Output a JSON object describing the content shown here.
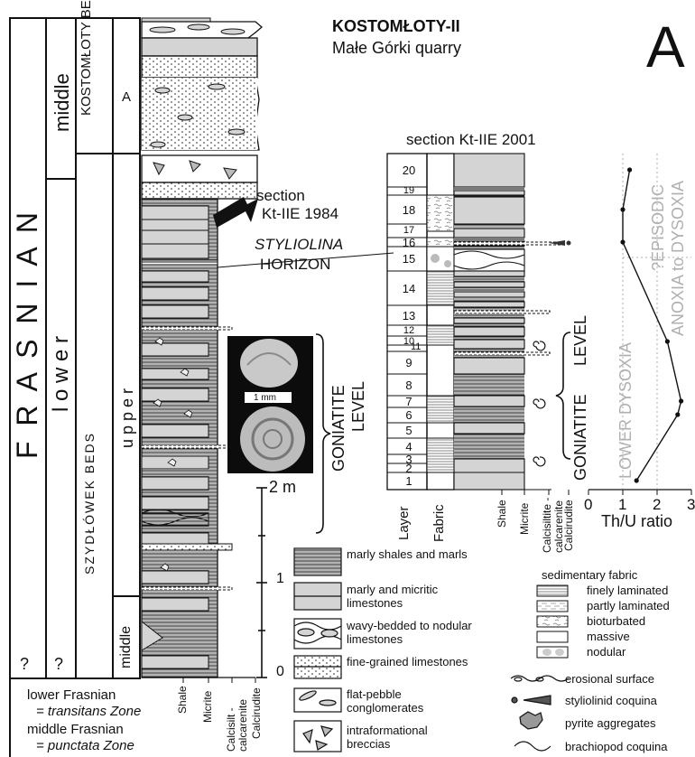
{
  "header": {
    "title": "KOSTOMŁOTY-II",
    "subtitle": "Małe Górki quarry",
    "panel_letter": "A"
  },
  "stratigraphy": {
    "stage": "F R A S N I A N",
    "substage_middle": "middle",
    "substage_lower": "l o w e r",
    "unknown_mark": "?",
    "kostomloty_beds": "KOSTOMŁOTY BEDS",
    "unit_a": "A",
    "szydlowek_beds": "SZYDŁÓWEK BEDS",
    "szydlowek_upper": "u p p e r",
    "szydlowek_middle": "middle"
  },
  "main_column": {
    "section_label_line1": "section",
    "section_label_line2": "Kt-IIE 1984",
    "styliolina_line1": "STYLIOLINA",
    "styliolina_line2": "HORIZON",
    "goniatite_line1": "GONIATITE",
    "goniatite_line2": "LEVEL",
    "photo_scale": "1 mm",
    "scale_bar": {
      "top_label": "2 m",
      "mid_label": "1",
      "bottom_label": "0"
    },
    "fabric_axis": [
      "Shale",
      "Micrite",
      "Calcisilt -calcarenite",
      "Calcirudite"
    ]
  },
  "detail_section": {
    "title": "section Kt-IIE 2001",
    "layers": [
      "20",
      "19",
      "18",
      "17",
      "16",
      "15",
      "14",
      "13",
      "12",
      "11",
      "10",
      "9",
      "8",
      "7",
      "6",
      "5",
      "4",
      "3",
      "2",
      "1"
    ],
    "column_labels": {
      "layer": "Layer",
      "fabric": "Fabric",
      "shale": "Shale",
      "micrite": "Micrite",
      "calcisiltite": "Calcisiltite -calcarenite",
      "calcirudite": "Calcirudite"
    },
    "goniatite_line1": "GONIATITE",
    "goniatite_line2": "LEVEL"
  },
  "chart_data": {
    "type": "line",
    "xlabel": "Th/U ratio",
    "xticks": [
      0,
      1,
      2,
      3
    ],
    "xlim": [
      0,
      3
    ],
    "series": [
      {
        "layer": "20",
        "value": 1.2
      },
      {
        "layer": "18",
        "value": 1.0
      },
      {
        "layer": "16",
        "value": 1.0
      },
      {
        "layer": "10",
        "value": 2.3
      },
      {
        "layer": "7",
        "value": 2.7
      },
      {
        "layer": "6",
        "value": 2.6
      },
      {
        "layer": "1",
        "value": 1.4
      }
    ],
    "zone_labels": [
      "LOWER DYSOXIA",
      "?EPISODIC",
      "ANOXIA to DYSOXIA"
    ]
  },
  "legend": {
    "lithology": [
      "marly shales and marls",
      "marly and micritic limestones",
      "wavy-bedded to nodular limestones",
      "fine-grained limestones",
      "flat-pebble conglomerates",
      "intraformational breccias"
    ],
    "fabric_title": "sedimentary fabric",
    "fabric": [
      "finely laminated",
      "partly laminated",
      "bioturbated",
      "massive",
      "nodular"
    ],
    "symbols": [
      "erosional surface",
      "styliolinid coquina",
      "pyrite aggregates",
      "brachiopod coquina"
    ]
  },
  "zones": {
    "lower_frasnian": "lower Frasnian",
    "transitans": "= transitans Zone",
    "middle_frasnian": "middle Frasnian",
    "punctata": "= punctata Zone"
  },
  "colors": {
    "limestone": "#d4d4d4",
    "ink": "#111111",
    "zone_text": "#b0b0b0"
  }
}
